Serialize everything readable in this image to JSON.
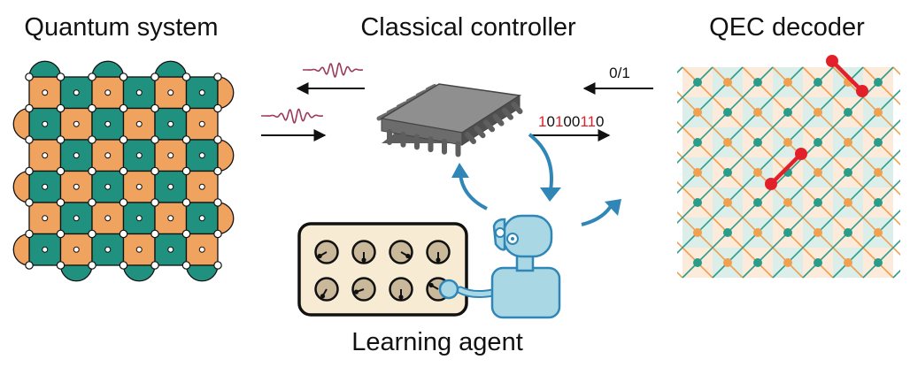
{
  "titles": {
    "quantum_system": "Quantum system",
    "classical_controller": "Classical controller",
    "qec_decoder": "QEC decoder",
    "learning_agent": "Learning agent"
  },
  "signals": {
    "decoder_output": "0/1",
    "bitstring": [
      {
        "bit": "1",
        "highlight": true
      },
      {
        "bit": "0",
        "highlight": false
      },
      {
        "bit": "1",
        "highlight": true
      },
      {
        "bit": "0",
        "highlight": false
      },
      {
        "bit": "0",
        "highlight": false
      },
      {
        "bit": "1",
        "highlight": true
      },
      {
        "bit": "1",
        "highlight": true
      },
      {
        "bit": "0",
        "highlight": false
      }
    ]
  },
  "knobs": {
    "rows": 2,
    "cols": 4,
    "angles_deg": [
      240,
      180,
      120,
      180,
      210,
      250,
      180,
      300
    ]
  },
  "icons": [
    "pulse-wave-icon",
    "chip-icon",
    "robot-icon",
    "knob-panel-icon",
    "surface-code-lattice-icon",
    "decoder-lattice-icon"
  ],
  "colors": {
    "teal": "#21917f",
    "orange": "#f0a35e",
    "wave": "#9b3b5c",
    "highlight": "#e3202a",
    "feedback_arrow": "#2f86b7",
    "robot_fill": "#a9d7e4",
    "robot_stroke": "#2f86b7",
    "panel_fill": "#f7ecd3",
    "knob_fill": "#c9b89a",
    "chip_top": "#8f8f8f",
    "chip_side": "#5e5e5e",
    "decoder_orange": "#f0a04e",
    "decoder_teal": "#2a9d8a"
  }
}
